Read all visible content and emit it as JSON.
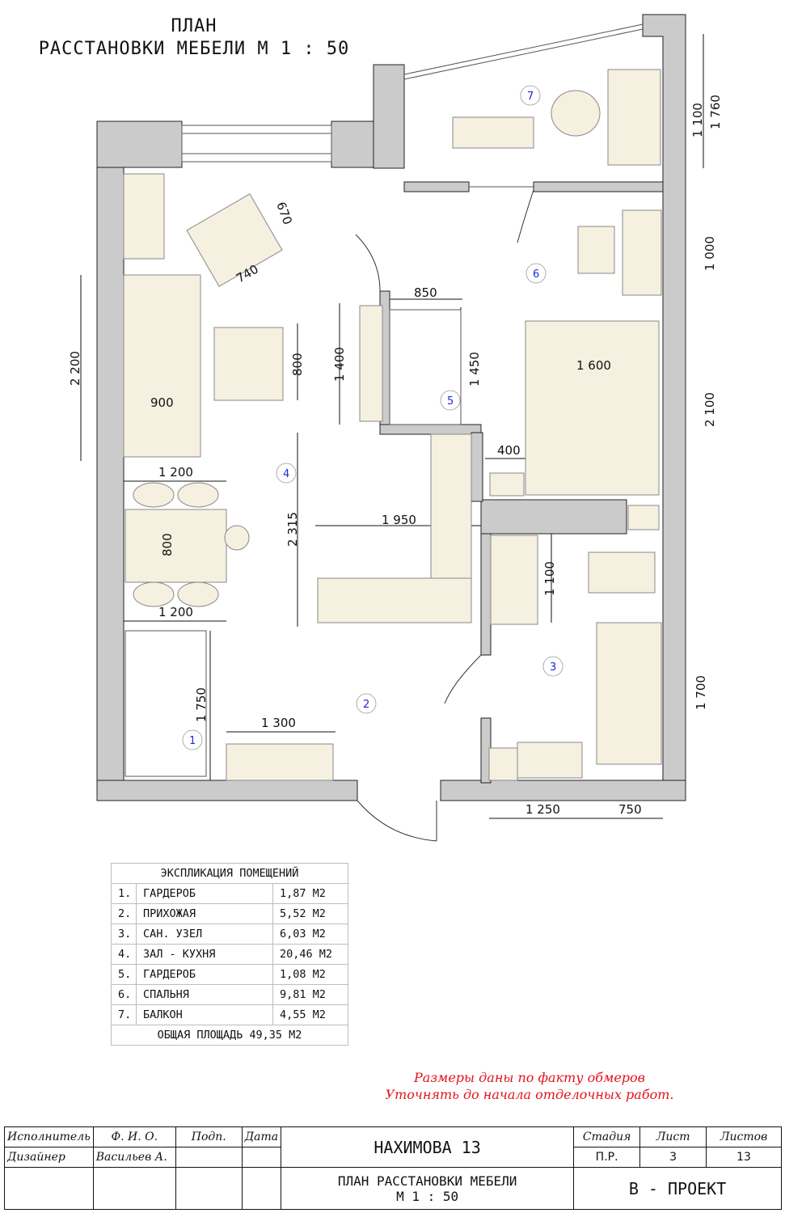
{
  "title": {
    "line1": "ПЛАН",
    "line2": "РАССТАНОВКИ МЕБЕЛИ М 1 : 50"
  },
  "rooms": [
    "1",
    "2",
    "3",
    "4",
    "5",
    "6",
    "7"
  ],
  "dimensions": {
    "balcony_1100": "1 100",
    "balcony_1760": "1 760",
    "chair_670": "670",
    "chair_740": "740",
    "bed_1000": "1 000",
    "wardrobe_850": "850",
    "tv_1400": "1 400",
    "wardrobe_1450": "1 450",
    "table_800": "800",
    "sofa_2200": "2 200",
    "sofa_900": "900",
    "bed_1600": "1 600",
    "bed_2100": "2 100",
    "night_400": "400",
    "dining_1200_top": "1 200",
    "kitchen_2315": "2 315",
    "kitchen_1950": "1 950",
    "dining_800": "800",
    "washer_1100": "1 100",
    "dining_1200_bottom": "1 200",
    "bath_1700": "1 700",
    "hall_1750": "1 750",
    "hall_1300": "1 300",
    "bath_1250": "1 250",
    "bath_750": "750"
  },
  "explication": {
    "header": "ЭКСПЛИКАЦИЯ ПОМЕЩЕНИЙ",
    "rows": [
      {
        "num": "1.",
        "name": "ГАРДЕРОБ",
        "area": "1,87 М2"
      },
      {
        "num": "2.",
        "name": "ПРИХОЖАЯ",
        "area": "5,52 М2"
      },
      {
        "num": "3.",
        "name": "САН. УЗЕЛ",
        "area": "6,03 М2"
      },
      {
        "num": "4.",
        "name": "ЗАЛ - КУХНЯ",
        "area": "20,46 М2"
      },
      {
        "num": "5.",
        "name": "ГАРДЕРОБ",
        "area": "1,08 М2"
      },
      {
        "num": "6.",
        "name": "СПАЛЬНЯ",
        "area": "9,81 М2"
      },
      {
        "num": "7.",
        "name": "БАЛКОН",
        "area": "4,55 М2"
      }
    ],
    "total": "ОБЩАЯ ПЛОЩАДЬ 49,35 М2"
  },
  "note": {
    "line1": "Размеры даны по факту обмеров",
    "line2": "Уточнять до начала отделочных работ."
  },
  "stamp": {
    "executor_label": "Исполнитель",
    "fio_label": "Ф. И. О.",
    "sign_label": "Подп.",
    "date_label": "Дата",
    "designer_label": "Дизайнер",
    "designer_name": "Васильев А.",
    "address": "НАХИМОВА 13",
    "stage_label": "Стадия",
    "sheet_label": "Лист",
    "sheets_label": "Листов",
    "stage": "П.Р.",
    "sheet": "3",
    "sheets": "13",
    "drawing_name_1": "ПЛАН РАССТАНОВКИ МЕБЕЛИ",
    "drawing_name_2": "М 1 : 50",
    "company": "В - ПРОЕКТ"
  },
  "colors": {
    "wall": "#cbcbcb",
    "furniture": "#f6f0e1",
    "room_number": "#1c2bd8",
    "note": "#e4121c"
  }
}
